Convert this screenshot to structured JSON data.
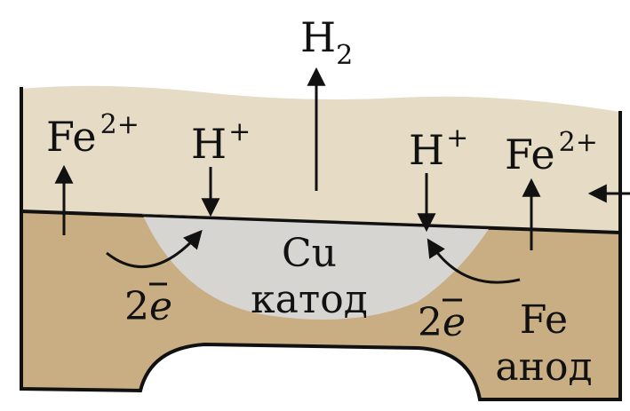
{
  "labels": {
    "h2_base": "H",
    "h2_sub": "2",
    "fe_left_base": "Fe",
    "fe_left_sup": "2+",
    "h_left_base": "H",
    "h_left_sup": "+",
    "h_right_base": "H",
    "h_right_sup": "+",
    "fe_right_base": "Fe",
    "fe_right_sup": "2+",
    "cu": "Cu",
    "cathode": "катод",
    "electrons_left_num": "2",
    "electrons_left_e": "e",
    "electrons_right_num": "2",
    "electrons_right_e": "e",
    "fe_anode_metal": "Fe",
    "anode": "анод"
  },
  "colors": {
    "electrolyte": "#e6dcc6",
    "iron": "#c9ad83",
    "copper": "#d6d5d2",
    "lines": "#111111"
  }
}
